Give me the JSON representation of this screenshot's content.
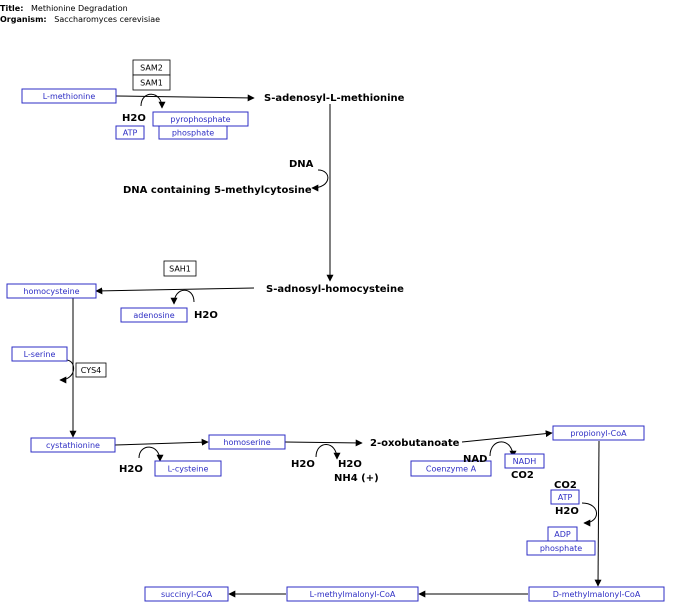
{
  "header": {
    "title_key": "Title:",
    "title": "Methionine Degradation",
    "organism_key": "Organism:",
    "organism": "Saccharomyces cerevisiae"
  },
  "enzymes": {
    "sam2": "SAM2",
    "sam1": "SAM1",
    "sah1": "SAH1",
    "cys4": "CYS4"
  },
  "nodes": {
    "l_methionine": "L-methionine",
    "s_adenosyl_l_methionine": "S-adenosyl-L-methionine",
    "dna": "DNA",
    "dna_methylcytosine": "DNA containing 5-methylcytosine",
    "s_adnosyl_homocysteine": "S-adnosyl-homocysteine",
    "homocysteine": "homocysteine",
    "adenosine": "adenosine",
    "l_serine": "L-serine",
    "cystathionine": "cystathionine",
    "homoserine": "homoserine",
    "two_oxobutanoate": "2-oxobutanoate",
    "propionyl_coa": "propionyl-CoA",
    "l_cysteine": "L-cysteine",
    "coenzyme_a": "Coenzyme A",
    "nad": "NAD",
    "nadh": "NADH",
    "co2_a": "CO2",
    "co2_b": "CO2",
    "atp_a": "ATP",
    "atp_b": "ATP",
    "pyrophosphate": "pyrophosphate",
    "phosphate_a": "phosphate",
    "phosphate_b": "phosphate",
    "adp": "ADP",
    "nh4": "NH4 (+)",
    "d_methylmalonyl_coa": "D-methylmalonyl-CoA",
    "l_methylmalonyl_coa": "L-methylmalonyl-CoA",
    "succinyl_coa": "succinyl-CoA",
    "h2o_1": "H2O",
    "h2o_2": "H2O",
    "h2o_3": "H2O",
    "h2o_4": "H2O",
    "h2o_5": "H2O",
    "h2o_6": "H2O"
  }
}
